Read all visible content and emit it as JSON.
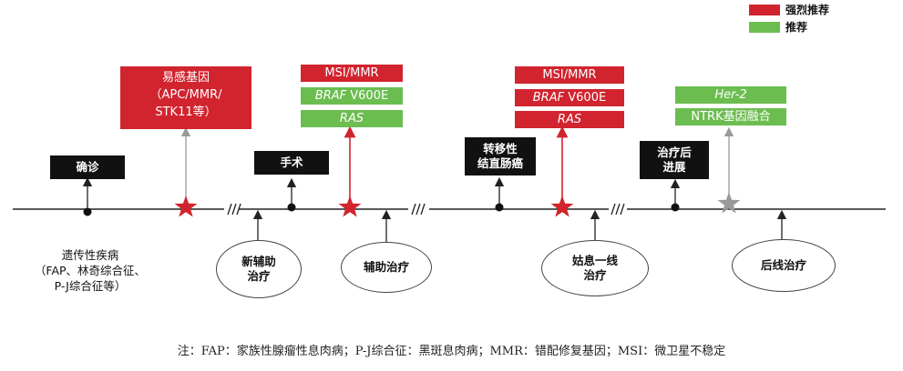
{
  "legend": {
    "strong": "强烈推荐",
    "recommend": "推荐",
    "strong_color": "#d1242f",
    "recommend_color": "#6cbd50"
  },
  "events": {
    "diagnosis": "确诊",
    "surgery": "手术",
    "metastatic": "转移性结直肠癌",
    "progression": "治疗后进展"
  },
  "events_lines": {
    "metastatic_l1": "转移性",
    "metastatic_l2": "结直肠癌",
    "progression_l1": "治疗后",
    "progression_l2": "进展"
  },
  "tests": {
    "susceptibility": {
      "l1": "易感基因",
      "l2": "（APC/MMR/",
      "l3": "STK11等）"
    },
    "group1": {
      "msi": "MSI/MMR",
      "braf": "BRAF",
      "v600e": " V600E",
      "ras": "RAS"
    },
    "group2": {
      "msi": "MSI/MMR",
      "braf": "BRAF",
      "v600e": " V600E",
      "ras": "RAS"
    },
    "group3": {
      "her2": "Her-2",
      "ntrk": "NTRK基因融合"
    }
  },
  "phases": {
    "hereditary": {
      "l1": "遗传性疾病",
      "l2": "（FAP、林奇综合征、",
      "l3": "P-J综合征等）"
    },
    "neoadjuvant": {
      "l1": "新辅助",
      "l2": "治疗"
    },
    "adjuvant": "辅助治疗",
    "palliative": {
      "l1": "姑息一线",
      "l2": "治疗"
    },
    "later_line": "后线治疗"
  },
  "note": "注：FAP：家族性腺瘤性息肉病；P-J综合征：黑斑息肉病；MMR：错配修复基因；MSI：微卫星不稳定"
}
